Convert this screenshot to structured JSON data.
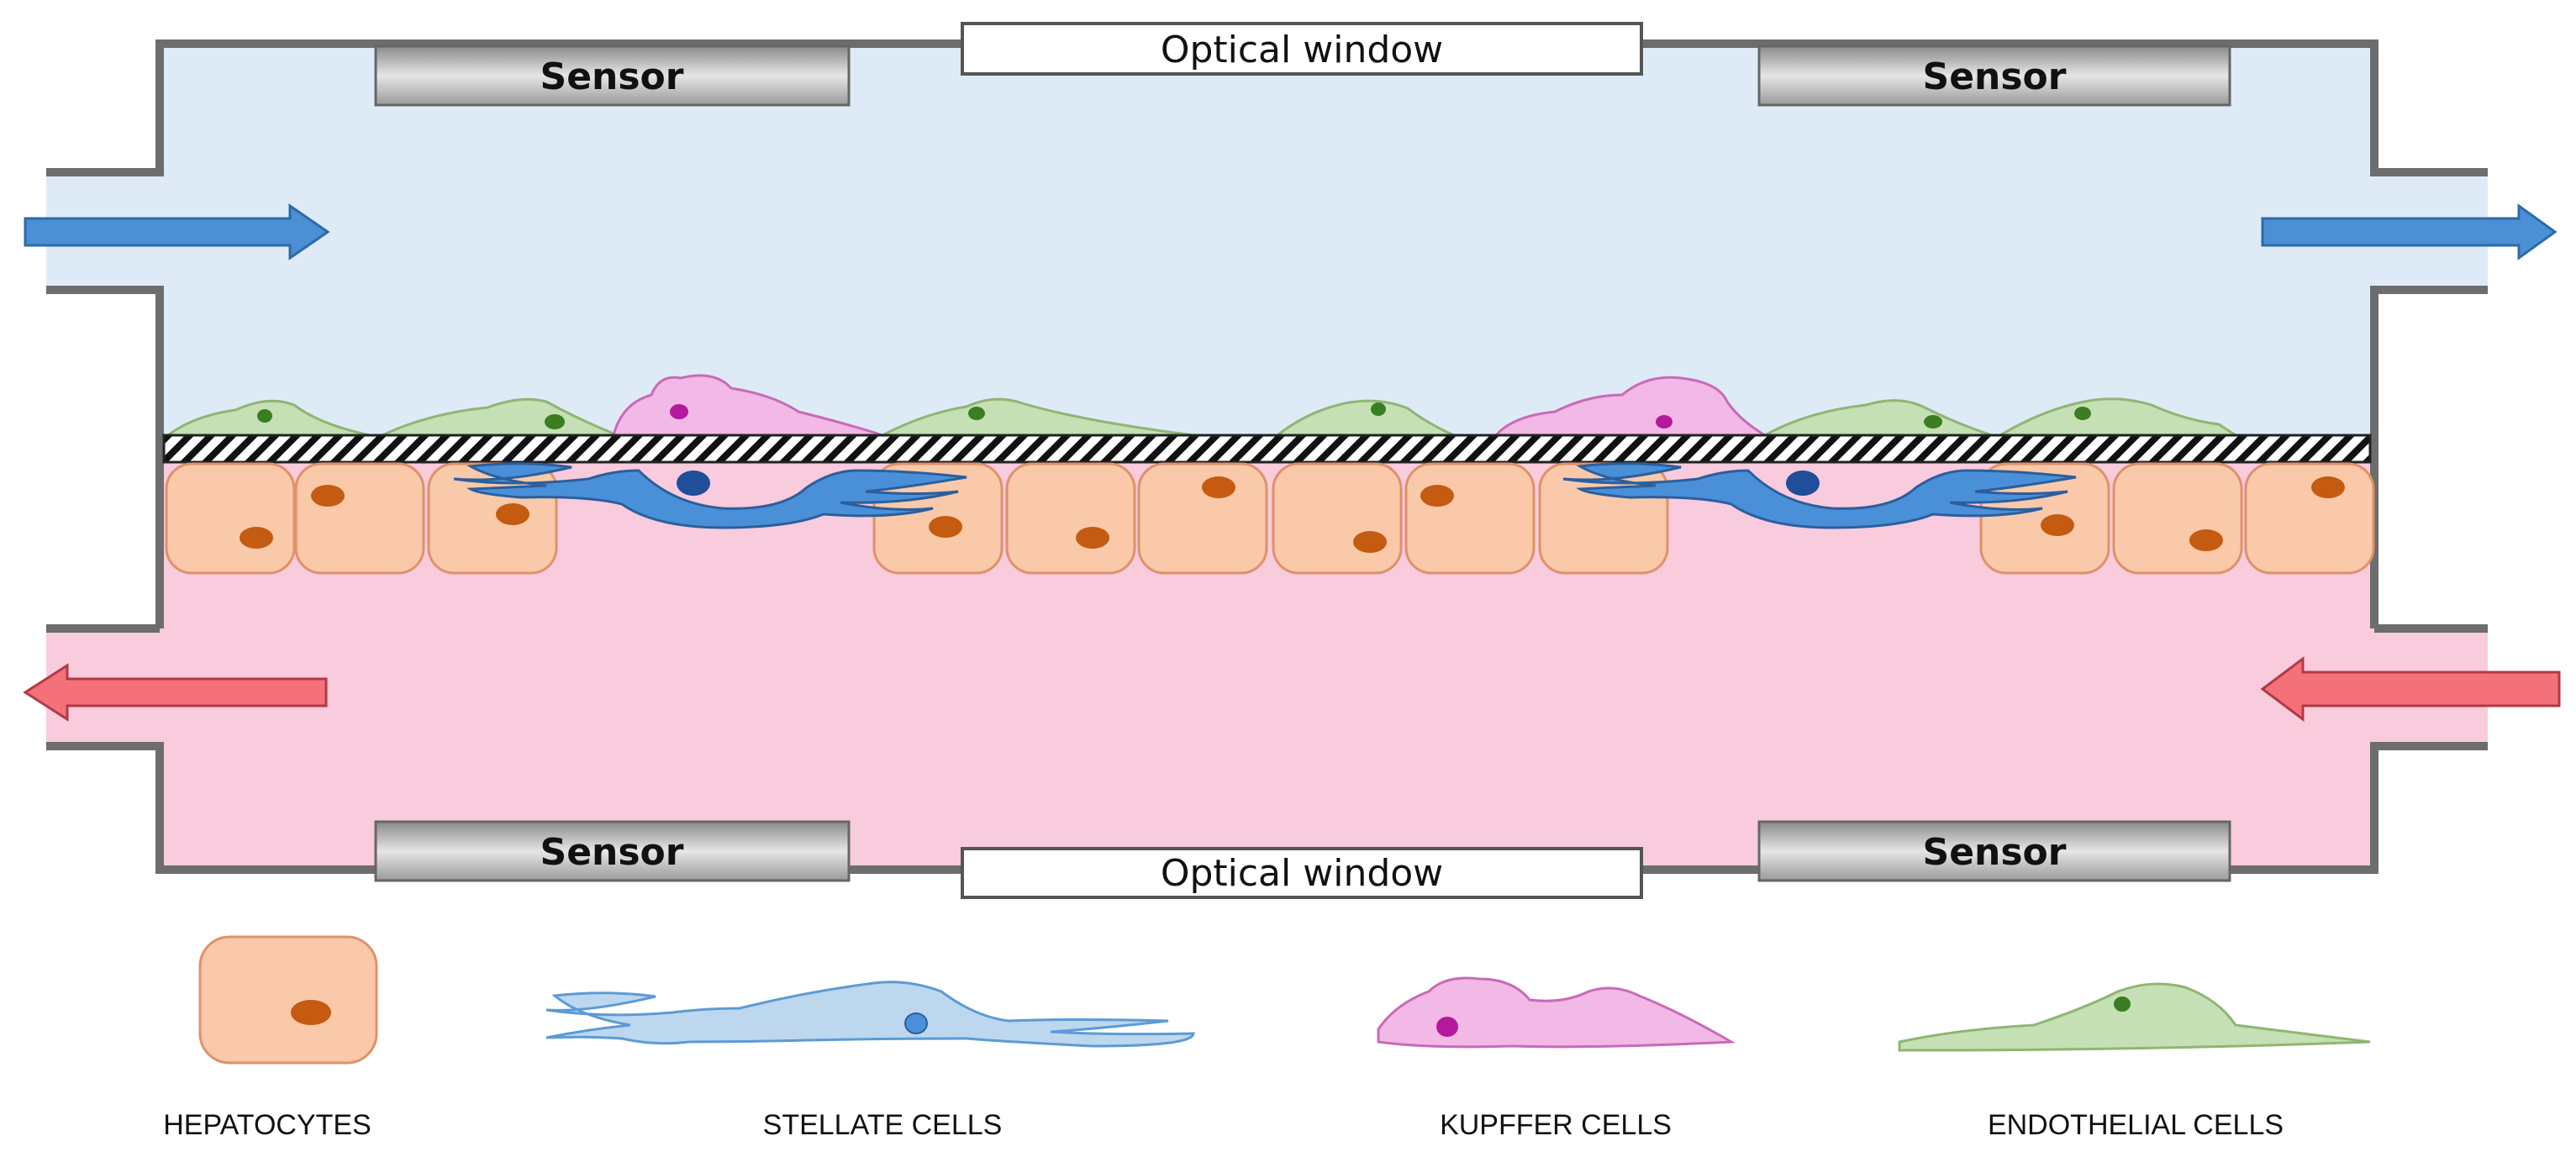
{
  "sensors": {
    "top_left": "Sensor",
    "top_right": "Sensor",
    "bottom_left": "Sensor",
    "bottom_right": "Sensor"
  },
  "windows": {
    "top": "Optical window",
    "bottom": "Optical window"
  },
  "legend": {
    "hepatocytes": "HEPATOCYTES",
    "stellate": "STELLATE CELLS",
    "kupffer": "KUPFFER CELLS",
    "endothelial": "ENDOTHELIAL CELLS"
  },
  "colors": {
    "upper_chamber": "#deebf7",
    "lower_chamber": "#f8cbdd",
    "wall": "#6d6d6d",
    "hepatocyte_fill": "#f9c9a9",
    "hepatocyte_stroke": "#e0916a",
    "hepatocyte_nucleus": "#c55a11",
    "stellate_fill": "#4a90d9",
    "stellate_nucleus": "#1f4e9a",
    "kupffer_fill": "#f2b8e6",
    "kupffer_nucleus": "#b4199c",
    "endothelial_fill": "#c5e0b4",
    "endothelial_nucleus": "#3a7d22",
    "arrow_blue": "#4b8fd4",
    "arrow_red": "#f4717a"
  }
}
